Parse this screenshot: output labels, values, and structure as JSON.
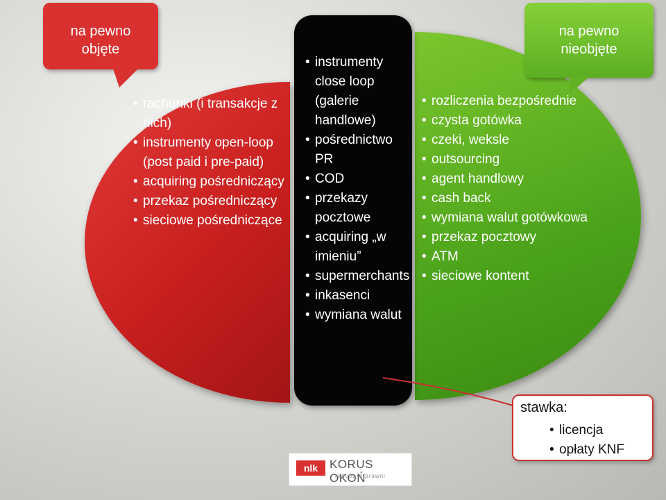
{
  "callouts": {
    "covered": "na pewno objęte",
    "not_covered": "na pewno nieobjęte"
  },
  "red_list": [
    "rachunki (i transakcje z nich)",
    "instrumenty open-loop (post paid i pre-paid)",
    "acquiring pośredniczący",
    "przekaz pośredniczący",
    "sieciowe pośredniczące"
  ],
  "black_list": [
    "instrumenty close loop (galerie handlowe)",
    "pośrednictwo PR",
    "COD",
    "przekazy pocztowe",
    "acquiring „w imieniu”",
    "supermerchants",
    "inkasenci",
    "wymiana walut"
  ],
  "green_list": [
    "rozliczenia bezpośrednie",
    "czysta gotówka",
    "czeki, weksle",
    "outsourcing",
    "agent handlowy",
    "cash back",
    "wymiana walut gotówkowa",
    "przekaz pocztowy",
    "ATM",
    "sieciowe kontent"
  ],
  "stawka": {
    "title": "stawka:",
    "items": [
      "licencja",
      "opłaty KNF"
    ]
  },
  "logo": {
    "name": "KORUS OKOŃ",
    "tagline": "radcowie prawni",
    "mark": "nlk"
  },
  "colors": {
    "red": "#d93030",
    "green": "#5cae22",
    "black": "#050505"
  }
}
